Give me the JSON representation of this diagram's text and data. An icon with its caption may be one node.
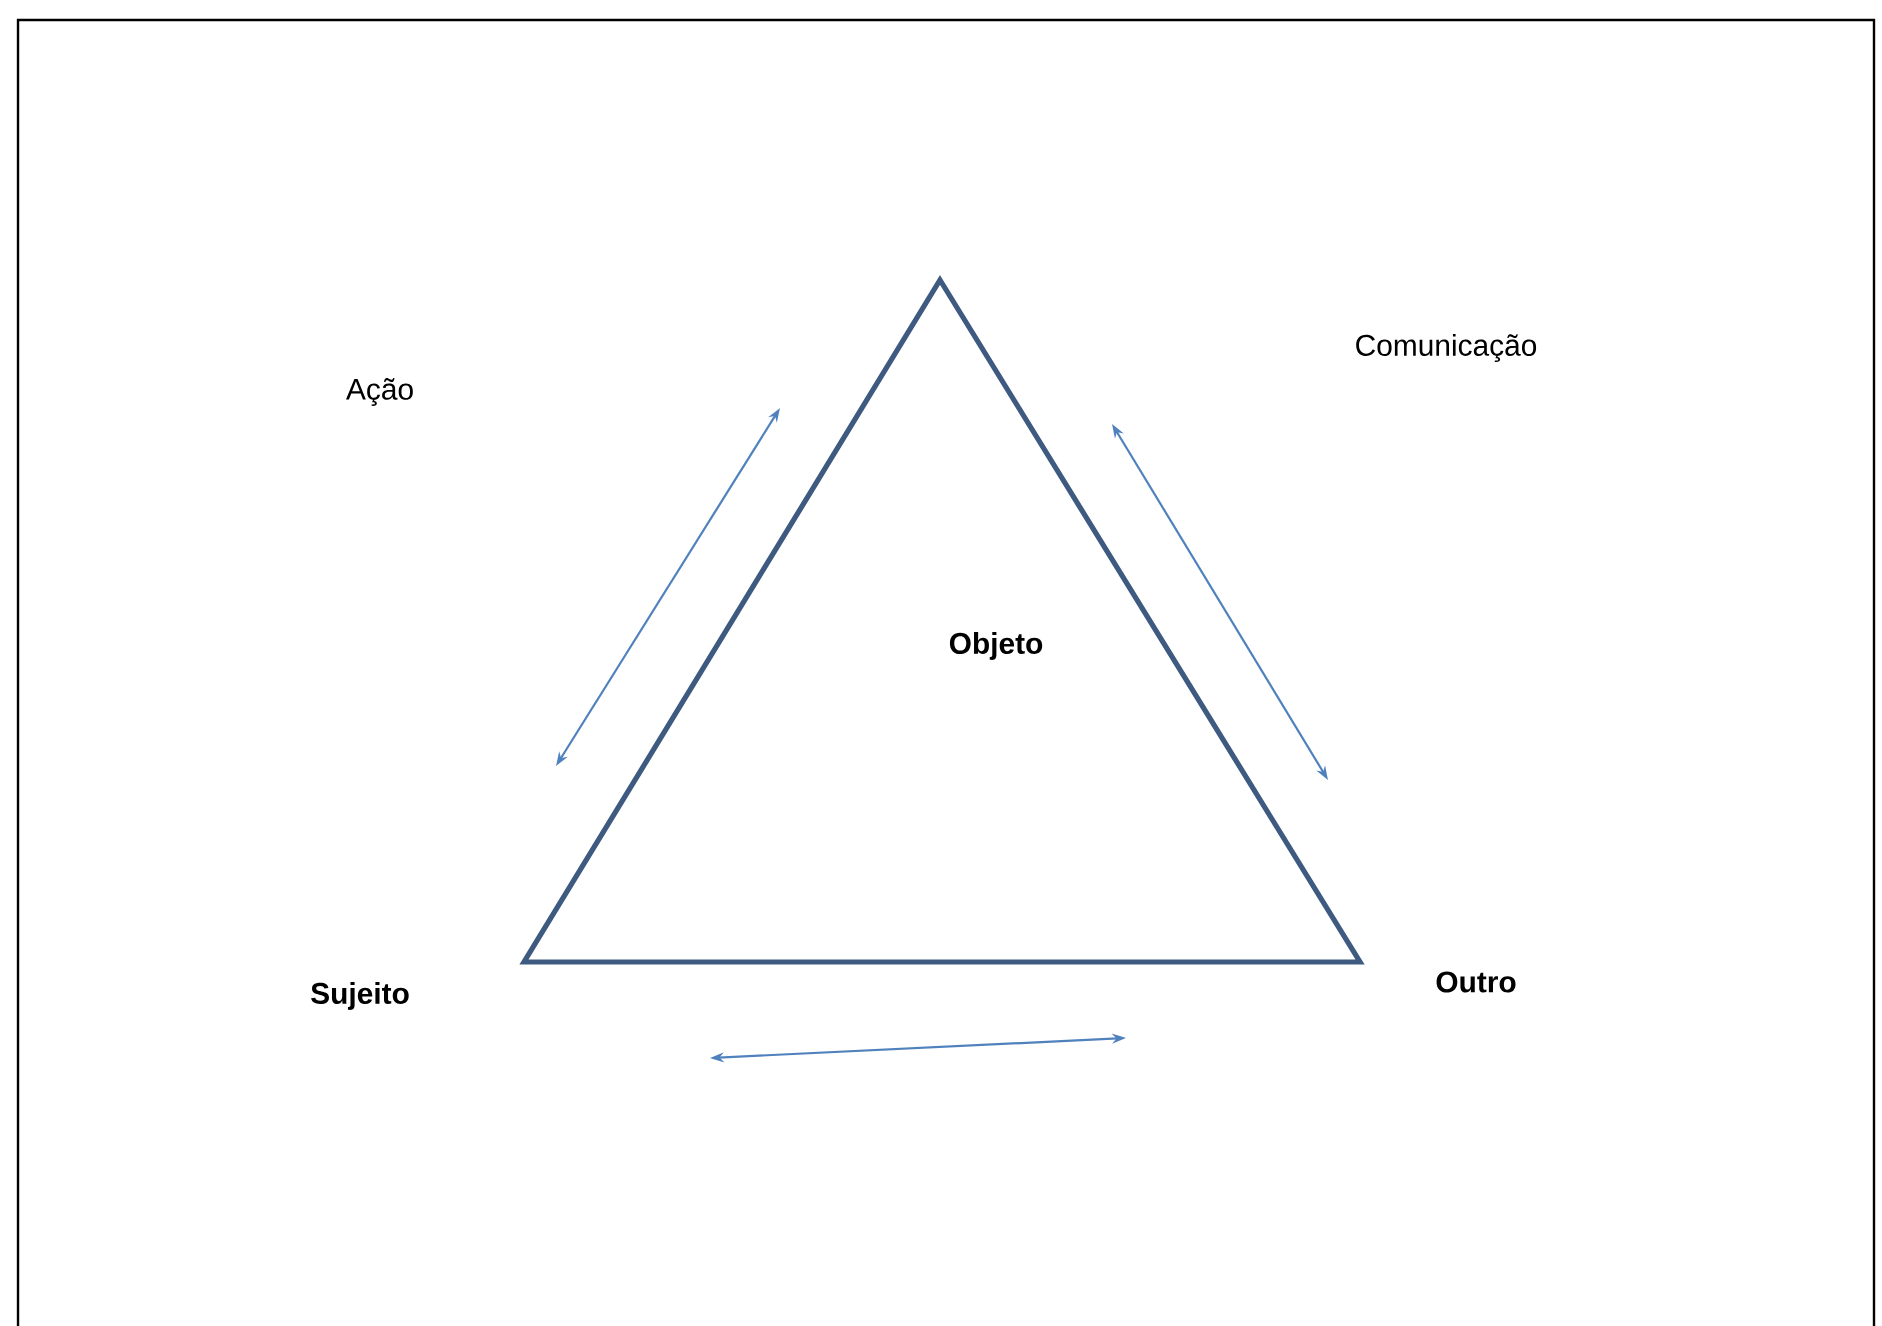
{
  "diagram": {
    "nodes": [
      {
        "text": [
          "Objeto"
        ],
        "beside": [
          "Sujeito",
          "Outro"
        ]
      }
    ],
    "labels": [
      "Ação",
      "Comunicação"
    ]
  }
}
